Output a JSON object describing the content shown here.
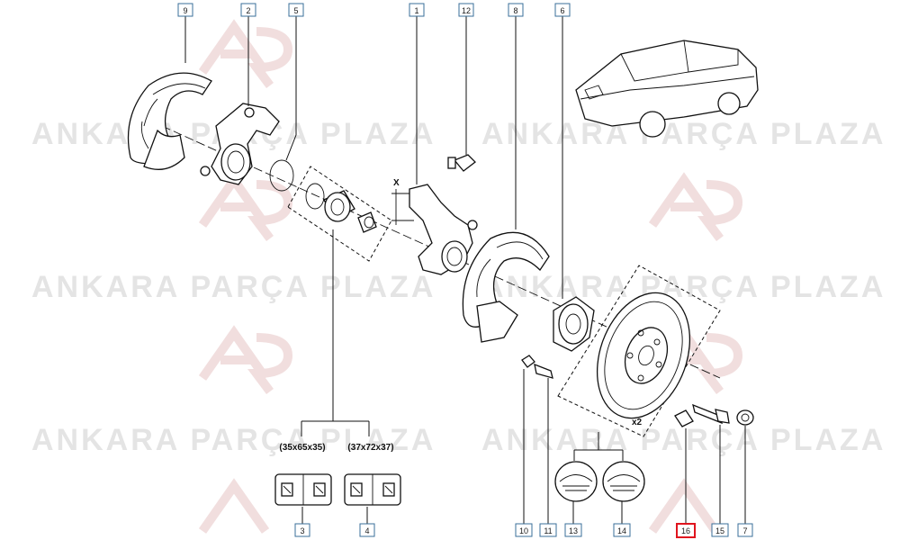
{
  "watermark": {
    "brand": "ANKARA PARÇA PLAZA"
  },
  "sizes": {
    "bearing_a": "(35x65x35)",
    "bearing_b": "(37x72x37)"
  },
  "annotations": {
    "axis_marker": "X",
    "quantity": "x2"
  },
  "callouts": [
    {
      "id": "9",
      "label": "9"
    },
    {
      "id": "2",
      "label": "2"
    },
    {
      "id": "5",
      "label": "5"
    },
    {
      "id": "1",
      "label": "1"
    },
    {
      "id": "12",
      "label": "12"
    },
    {
      "id": "8",
      "label": "8"
    },
    {
      "id": "6",
      "label": "6"
    },
    {
      "id": "3",
      "label": "3"
    },
    {
      "id": "4",
      "label": "4"
    },
    {
      "id": "10",
      "label": "10"
    },
    {
      "id": "11",
      "label": "11"
    },
    {
      "id": "13",
      "label": "13"
    },
    {
      "id": "14",
      "label": "14"
    },
    {
      "id": "16",
      "label": "16",
      "highlighted": true
    },
    {
      "id": "15",
      "label": "15"
    },
    {
      "id": "7",
      "label": "7"
    }
  ],
  "colors": {
    "callout_border": "#3a6f9a",
    "highlight": "#e0141e",
    "line": "#111111",
    "watermark": "#e4e4e4"
  }
}
